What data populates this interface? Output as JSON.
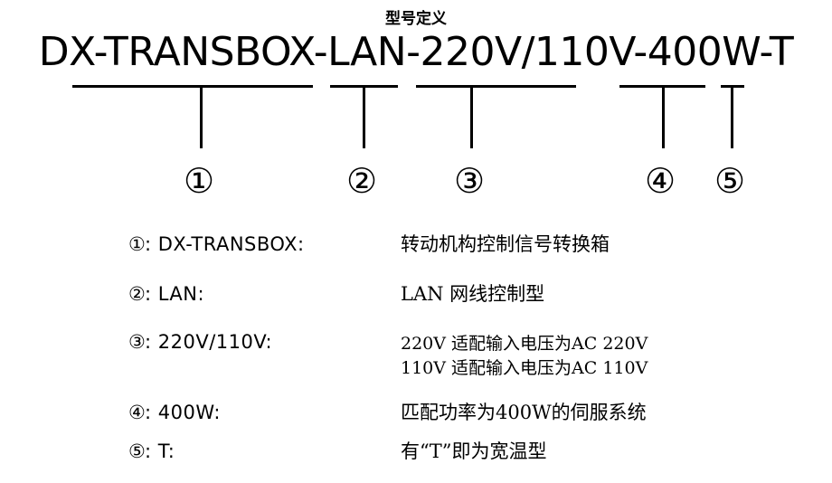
{
  "title": "型号定义",
  "model_code": "DX-TRANSBOX-LAN-220V/110V-400W-T",
  "markers": [
    "①",
    "②",
    "③",
    "④",
    "⑤"
  ],
  "definitions": [
    {
      "index": "①",
      "key": ": DX-TRANSBOX:",
      "lines": [
        "转动机构控制信号转换箱"
      ]
    },
    {
      "index": "②",
      "key": ": LAN:",
      "lines": [
        "LAN 网线控制型"
      ]
    },
    {
      "index": "③",
      "key": ": 220V/110V:",
      "lines": [
        "220V 适配输入电压为AC 220V",
        "110V 适配输入电压为AC 110V"
      ]
    },
    {
      "index": "④",
      "key": ": 400W:",
      "lines": [
        "匹配功率为400W的伺服系统"
      ]
    },
    {
      "index": "⑤",
      "key": ": T:",
      "lines": [
        "有“T”即为宽温型"
      ]
    }
  ]
}
